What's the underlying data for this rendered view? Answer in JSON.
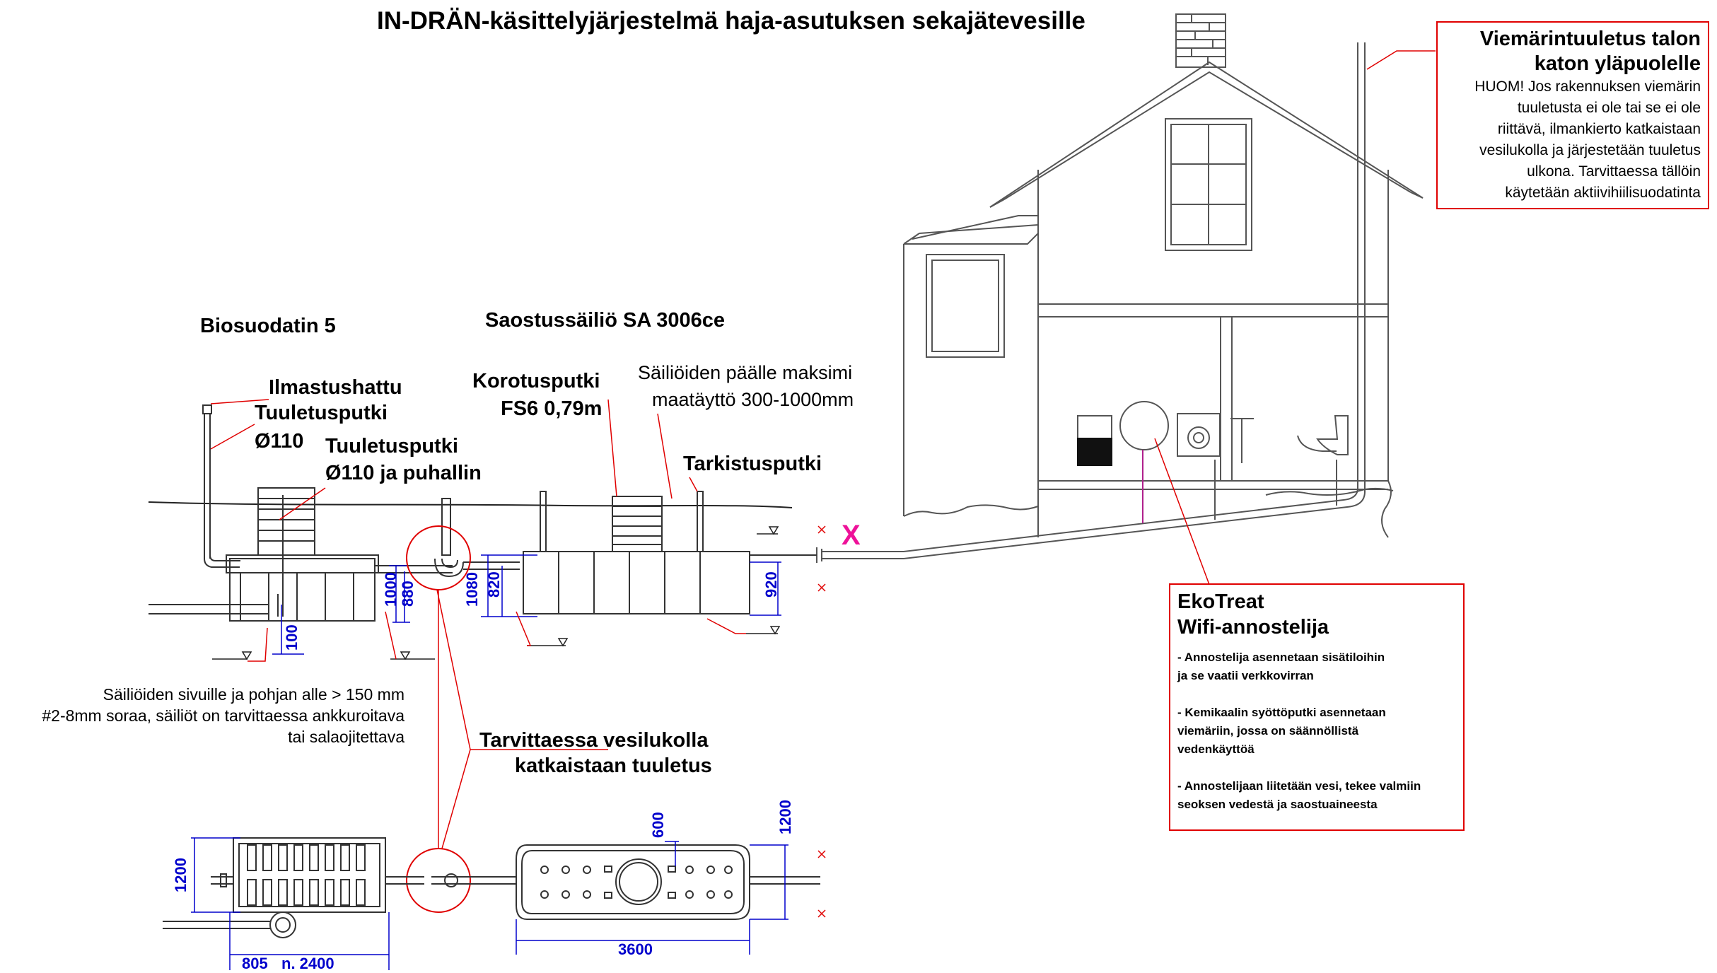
{
  "title": "IN-DRÄN-käsittelyjärjestelmä haja-asutuksen sekajätevesille",
  "labels": {
    "biofilter": "Biosuodatin 5",
    "septic_tank": "Saostussäiliö SA 3006ce",
    "aeration_cap": "Ilmastushattu",
    "vent_pipe_1a": "Tuuletusputki",
    "vent_pipe_1b": "Ø110",
    "vent_pipe_2a": "Tuuletusputki",
    "vent_pipe_2b": "Ø110 ja puhallin",
    "riser_a": "Korotusputki",
    "riser_b": "FS6 0,79m",
    "backfill_a": "Säiliöiden päälle maksimi",
    "backfill_b": "maatäyttö 300-1000mm",
    "inspection_pipe": "Tarkistusputki",
    "gravel_a": "Säiliöiden sivuille ja pohjan alle > 150 mm",
    "gravel_b": "#2-8mm soraa, säiliöt on tarvittaessa ankkuroitava",
    "gravel_c": "tai salaojitettava",
    "water_trap_a": "Tarvittaessa vesilukolla",
    "water_trap_b": "katkaistaan tuuletus",
    "x_mark": "X"
  },
  "roof_vent_box": {
    "title_a": "Viemärintuuletus talon",
    "title_b": "katon yläpuolelle",
    "lines": [
      "HUOM! Jos rakennuksen viemärin",
      "tuuletusta ei ole tai se ei ole",
      "riittävä, ilmankierto katkaistaan",
      "vesilukolla ja järjestetään tuuletus",
      "ulkona. Tarvittaessa tällöin",
      "käytetään aktiivihiilisuodatinta"
    ]
  },
  "ekotreat_box": {
    "title_a": "EkoTreat",
    "title_b": "Wifi-annostelija",
    "bullet_1a": "- Annostelija asennetaan sisätiloihin",
    "bullet_1b": "ja se vaatii verkkovirran",
    "bullet_2a": "- Kemikaalin syöttöputki asennetaan",
    "bullet_2b": "viemäriin, jossa on säännöllistä",
    "bullet_2c": "vedenkäyttöä",
    "bullet_3a": "- Annostelijaan liitetään vesi, tekee valmiin",
    "bullet_3b": "seoksen vedestä ja saostuaineesta"
  },
  "dimensions": {
    "d1000": "1000",
    "d880": "880",
    "d100": "100",
    "d1080": "1080",
    "d820": "820",
    "d920": "920",
    "d1200_left": "1200",
    "d805": "805",
    "d_approx_2400": "n. 2400",
    "d600": "600",
    "d1200_right": "1200",
    "d3600": "3600"
  },
  "colors": {
    "line": "#333333",
    "callout": "#e00000",
    "dimension": "#0000cc",
    "dosing_tube": "#b0208c",
    "x_mark": "#ee1199"
  }
}
